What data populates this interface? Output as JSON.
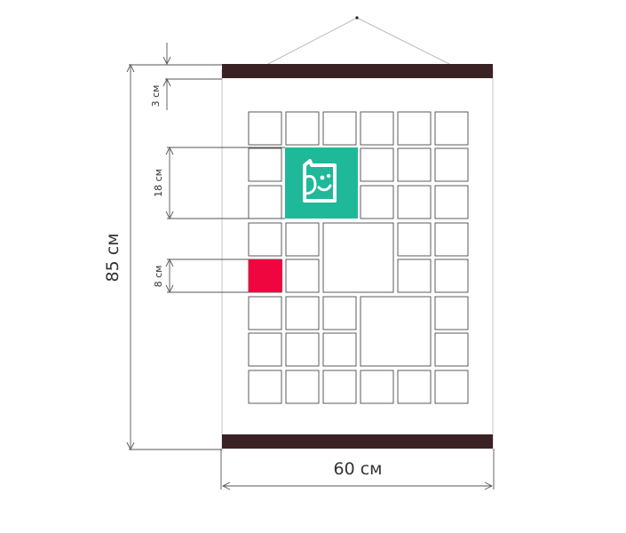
{
  "dimensions": {
    "height": "85 см",
    "width": "60 см",
    "top_margin": "3 см",
    "large_cell": "18 см",
    "small_cell": "8 см"
  },
  "colors": {
    "rail": "#3a2224",
    "logo_tile": "#1fb99a",
    "highlight_tile": "#f0063f",
    "cell_stroke": "#4a4a4a",
    "dim_line": "#555555"
  },
  "icons": {
    "logo": "smiling-face-tile-icon",
    "hanger": "hanging-string-icon"
  }
}
